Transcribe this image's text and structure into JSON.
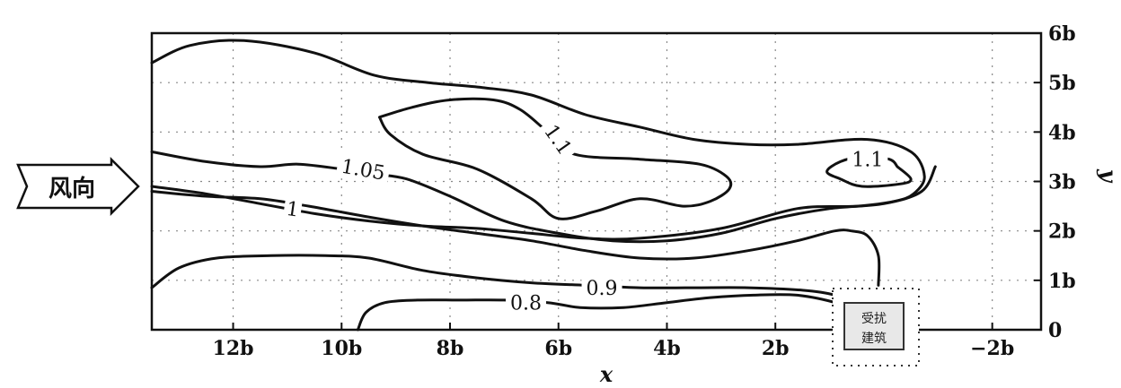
{
  "chart_data": {
    "type": "contour",
    "xlabel": "x",
    "ylabel": "y",
    "xlim": [
      13.5,
      -2.9
    ],
    "ylim": [
      0,
      6
    ],
    "x_ticks": [
      {
        "value": 12,
        "label": "12b"
      },
      {
        "value": 10,
        "label": "10b"
      },
      {
        "value": 8,
        "label": "8b"
      },
      {
        "value": 6,
        "label": "6b"
      },
      {
        "value": 4,
        "label": "4b"
      },
      {
        "value": 2,
        "label": "2b"
      },
      {
        "value": -2,
        "label": "−2b"
      }
    ],
    "y_ticks": [
      {
        "value": 0,
        "label": "0"
      },
      {
        "value": 1,
        "label": "1b"
      },
      {
        "value": 2,
        "label": "2b"
      },
      {
        "value": 3,
        "label": "3b"
      },
      {
        "value": 4,
        "label": "4b"
      },
      {
        "value": 5,
        "label": "5b"
      },
      {
        "value": 6,
        "label": "6b"
      }
    ],
    "grid": true,
    "contours": [
      {
        "level": "outer",
        "points": [
          [
            13.5,
            5.4
          ],
          [
            12.8,
            5.75
          ],
          [
            11.8,
            5.85
          ],
          [
            10.5,
            5.6
          ],
          [
            9.4,
            5.15
          ],
          [
            8.4,
            5.0
          ],
          [
            7.4,
            4.9
          ],
          [
            6.5,
            4.75
          ],
          [
            5.5,
            4.35
          ],
          [
            4.5,
            4.1
          ],
          [
            3.5,
            3.85
          ],
          [
            2.5,
            3.75
          ],
          [
            1.6,
            3.75
          ],
          [
            0.3,
            3.85
          ],
          [
            -0.5,
            3.6
          ],
          [
            -0.75,
            3.1
          ],
          [
            -0.55,
            2.75
          ],
          [
            -0.2,
            2.6
          ],
          [
            0.5,
            2.5
          ],
          [
            1.6,
            2.45
          ],
          [
            3.0,
            2.05
          ],
          [
            4.5,
            1.85
          ],
          [
            5.5,
            1.85
          ],
          [
            6.5,
            1.95
          ],
          [
            7.5,
            2.05
          ],
          [
            8.5,
            2.1
          ],
          [
            9.5,
            2.2
          ],
          [
            10.5,
            2.35
          ],
          [
            11.5,
            2.55
          ],
          [
            12.5,
            2.75
          ],
          [
            13.5,
            2.9
          ]
        ]
      },
      {
        "level": "1.05",
        "points": [
          [
            13.5,
            3.6
          ],
          [
            12.5,
            3.4
          ],
          [
            11.5,
            3.3
          ],
          [
            10.8,
            3.35
          ],
          [
            10.0,
            3.25
          ],
          [
            9.4,
            3.15
          ],
          [
            8.8,
            3.05
          ],
          [
            8.0,
            2.7
          ],
          [
            7.0,
            2.2
          ],
          [
            6.0,
            1.95
          ],
          [
            5.0,
            1.8
          ],
          [
            4.0,
            1.8
          ],
          [
            3.0,
            1.95
          ],
          [
            2.0,
            2.25
          ],
          [
            1.0,
            2.45
          ],
          [
            0,
            2.55
          ],
          [
            -0.7,
            2.8
          ],
          [
            -0.95,
            3.3
          ]
        ]
      },
      {
        "level": "1",
        "points": [
          [
            13.5,
            2.8
          ],
          [
            12.5,
            2.7
          ],
          [
            11.5,
            2.65
          ],
          [
            10.6,
            2.5
          ],
          [
            9.6,
            2.3
          ],
          [
            8.5,
            2.1
          ],
          [
            7.5,
            1.95
          ],
          [
            6.5,
            1.8
          ],
          [
            5.5,
            1.6
          ],
          [
            4.5,
            1.45
          ],
          [
            3.5,
            1.45
          ],
          [
            2.5,
            1.6
          ],
          [
            1.6,
            1.8
          ],
          [
            0.9,
            2.0
          ],
          [
            0.6,
            2.0
          ],
          [
            0.3,
            1.9
          ],
          [
            0.1,
            1.5
          ],
          [
            0.1,
            0.9
          ]
        ]
      },
      {
        "level": "1.1",
        "points": [
          [
            9.3,
            4.3
          ],
          [
            9.1,
            3.95
          ],
          [
            8.5,
            3.55
          ],
          [
            7.5,
            3.25
          ],
          [
            6.5,
            2.65
          ],
          [
            6.0,
            2.25
          ],
          [
            5.3,
            2.4
          ],
          [
            4.5,
            2.65
          ],
          [
            3.7,
            2.5
          ],
          [
            3.2,
            2.6
          ],
          [
            2.85,
            2.85
          ],
          [
            2.9,
            3.1
          ],
          [
            3.4,
            3.35
          ],
          [
            4.5,
            3.45
          ],
          [
            5.7,
            3.55
          ],
          [
            6.2,
            4.0
          ],
          [
            6.7,
            4.45
          ],
          [
            7.2,
            4.65
          ],
          [
            8.0,
            4.65
          ],
          [
            8.7,
            4.5
          ],
          [
            9.3,
            4.3
          ]
        ]
      },
      {
        "level": "1.1",
        "points": [
          [
            -0.25,
            3.3
          ],
          [
            -0.5,
            3.05
          ],
          [
            -0.3,
            2.95
          ],
          [
            0.4,
            2.9
          ],
          [
            0.8,
            3.05
          ],
          [
            1.05,
            3.2
          ],
          [
            0.8,
            3.4
          ],
          [
            0.4,
            3.5
          ],
          [
            -0.1,
            3.45
          ],
          [
            -0.25,
            3.3
          ]
        ]
      },
      {
        "level": "0.9",
        "points": [
          [
            13.5,
            0.85
          ],
          [
            13.0,
            1.25
          ],
          [
            12.3,
            1.45
          ],
          [
            11.3,
            1.5
          ],
          [
            10.3,
            1.5
          ],
          [
            9.5,
            1.45
          ],
          [
            8.5,
            1.2
          ],
          [
            7.5,
            1.05
          ],
          [
            6.5,
            0.95
          ],
          [
            5.5,
            0.9
          ],
          [
            4.5,
            0.85
          ],
          [
            3.5,
            0.85
          ],
          [
            2.5,
            0.85
          ],
          [
            1.5,
            0.8
          ],
          [
            0.9,
            0.7
          ],
          [
            0.65,
            0.55
          ]
        ]
      },
      {
        "level": "0.8",
        "points": [
          [
            9.7,
            0
          ],
          [
            9.55,
            0.35
          ],
          [
            9.2,
            0.55
          ],
          [
            8.6,
            0.6
          ],
          [
            7.8,
            0.6
          ],
          [
            7.0,
            0.6
          ],
          [
            6.2,
            0.55
          ],
          [
            5.6,
            0.45
          ],
          [
            4.8,
            0.45
          ],
          [
            4.0,
            0.55
          ],
          [
            3.2,
            0.65
          ],
          [
            2.4,
            0.7
          ],
          [
            1.6,
            0.7
          ],
          [
            0.9,
            0.55
          ],
          [
            0.65,
            0.4
          ]
        ]
      }
    ],
    "contour_labels": [
      {
        "text": "1.05",
        "x": 9.6,
        "y": 3.25,
        "angle": 10
      },
      {
        "text": "1",
        "x": 10.9,
        "y": 2.45,
        "angle": 8
      },
      {
        "text": "1.1",
        "x": 6.0,
        "y": 3.85,
        "angle": 55
      },
      {
        "text": "1.1",
        "x": 0.3,
        "y": 3.45,
        "angle": 0
      },
      {
        "text": "0.9",
        "x": 5.2,
        "y": 0.85,
        "angle": 0
      },
      {
        "text": "0.8",
        "x": 6.6,
        "y": 0.55,
        "angle": 0
      }
    ]
  },
  "building": {
    "label_line1": "受扰",
    "label_line2": "建筑"
  },
  "wind_arrow": {
    "label": "风向"
  }
}
